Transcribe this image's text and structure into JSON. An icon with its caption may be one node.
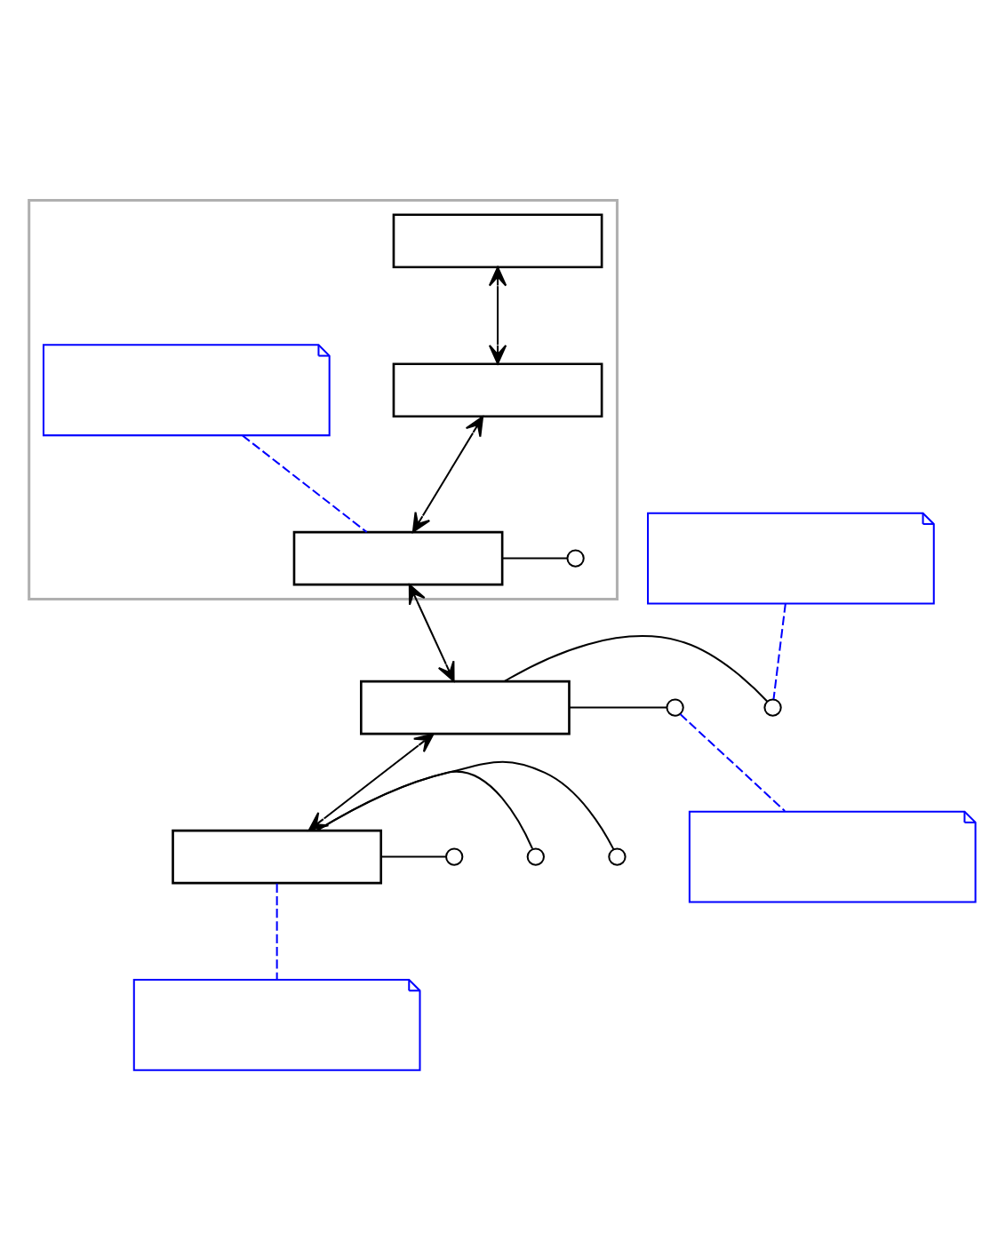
{
  "diagram": {
    "nodes": [
      {
        "text": [],
        "shape": "folder"
      },
      {
        "text": [],
        "shape": "box",
        "in": 0
      },
      {
        "text": [],
        "shape": "box",
        "in": 0
      },
      {
        "text": [],
        "shape": "note",
        "in": 0
      },
      {
        "text": [],
        "shape": "box",
        "in": 0
      },
      {
        "text": [],
        "shape": "circle",
        "in": 0
      },
      {
        "text": [],
        "shape": "note"
      },
      {
        "text": [],
        "shape": "box"
      },
      {
        "text": [],
        "shape": "circle"
      },
      {
        "text": [],
        "shape": "circle"
      },
      {
        "text": [],
        "shape": "note"
      },
      {
        "text": [],
        "shape": "box"
      },
      {
        "text": [],
        "shape": "circle"
      },
      {
        "text": [],
        "shape": "circle"
      },
      {
        "text": [],
        "shape": "circle"
      },
      {
        "text": [],
        "shape": "note"
      }
    ],
    "edges": [
      {
        "from": 1,
        "to": 2,
        "arrow": "both"
      },
      {
        "from": 2,
        "to": 4,
        "arrow": "both"
      },
      {
        "from": 3,
        "to": 4,
        "arrow": "none",
        "style": "dashed",
        "color": "#0000ff"
      },
      {
        "from": 4,
        "to": 5,
        "arrow": "none"
      },
      {
        "from": 4,
        "to": 7,
        "arrow": "both"
      },
      {
        "from": 6,
        "to": 8,
        "arrow": "none",
        "style": "dashed",
        "color": "#0000ff"
      },
      {
        "from": 7,
        "to": 8,
        "arrow": "none"
      },
      {
        "from": 7,
        "to": 9,
        "arrow": "none"
      },
      {
        "from": 9,
        "to": 10,
        "arrow": "none",
        "style": "dashed",
        "color": "#0000ff"
      },
      {
        "from": 7,
        "to": 11,
        "arrow": "both"
      },
      {
        "from": 11,
        "to": 12,
        "arrow": "none"
      },
      {
        "from": 11,
        "to": 13,
        "arrow": "none"
      },
      {
        "from": 11,
        "to": 14,
        "arrow": "none"
      },
      {
        "from": 11,
        "to": 15,
        "arrow": "none",
        "style": "dashed",
        "color": "#0000ff"
      }
    ]
  }
}
